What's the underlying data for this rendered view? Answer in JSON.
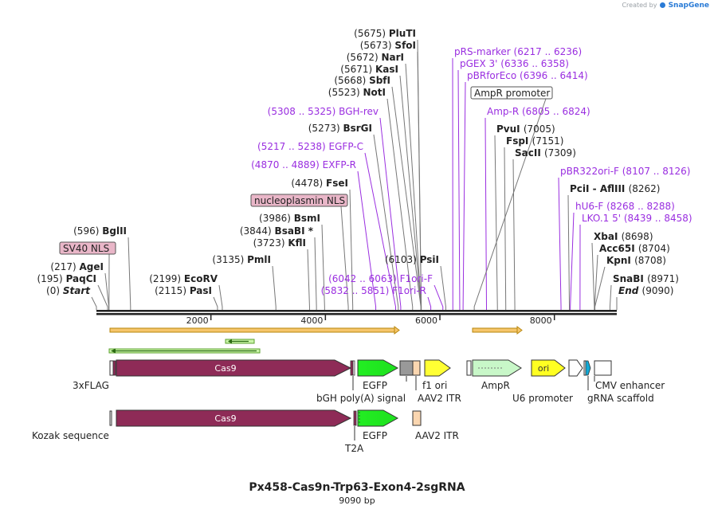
{
  "app": {
    "credit_prefix": "Created by",
    "credit_brand": "SnapGene"
  },
  "map": {
    "title": "Px458-Cas9n-Trp63-Exon4-2sgRNA",
    "length_label": "9090 bp",
    "length_bp": 9090,
    "ruler_ticks": [
      {
        "pos": 2000,
        "label": "2000"
      },
      {
        "pos": 4000,
        "label": "4000"
      },
      {
        "pos": 6000,
        "label": "6000"
      },
      {
        "pos": 8000,
        "label": "8000"
      }
    ]
  },
  "annotations": {
    "enzyme_color": "#222222",
    "primer_color": "#9a2ee0",
    "feature_label_color": "#222222",
    "items": [
      {
        "name": "enzyme-label-plutI",
        "kind": "enzyme",
        "pos": "(5675)",
        "label": "PluTI",
        "anchor": 5675
      },
      {
        "name": "enzyme-label-sfoI",
        "kind": "enzyme",
        "pos": "(5673)",
        "label": "SfoI",
        "anchor": 5673
      },
      {
        "name": "enzyme-label-narI",
        "kind": "enzyme",
        "pos": "(5672)",
        "label": "NarI",
        "anchor": 5672
      },
      {
        "name": "enzyme-label-kasI",
        "kind": "enzyme",
        "pos": "(5671)",
        "label": "KasI",
        "anchor": 5671
      },
      {
        "name": "enzyme-label-sbfI",
        "kind": "enzyme",
        "pos": "(5668)",
        "label": "SbfI",
        "anchor": 5668
      },
      {
        "name": "enzyme-label-notI",
        "kind": "enzyme",
        "pos": "(5523)",
        "label": "NotI",
        "anchor": 5523
      },
      {
        "name": "primer-label-bgh-rev",
        "kind": "primer",
        "range": "(5308 .. 5325)",
        "label": "BGH-rev",
        "anchor": 5316
      },
      {
        "name": "enzyme-label-bsrgI",
        "kind": "enzyme",
        "pos": "(5273)",
        "label": "BsrGI",
        "anchor": 5273
      },
      {
        "name": "primer-label-egfp-c",
        "kind": "primer",
        "range": "(5217 .. 5238)",
        "label": "EGFP-C",
        "anchor": 5227
      },
      {
        "name": "primer-label-exfp-r",
        "kind": "primer",
        "range": "(4870 .. 4889)",
        "label": "EXFP-R",
        "anchor": 4880
      },
      {
        "name": "enzyme-label-fseI",
        "kind": "enzyme",
        "pos": "(4478)",
        "label": "FseI",
        "anchor": 4478
      },
      {
        "name": "enzyme-label-bsmI",
        "kind": "enzyme",
        "pos": "(3986)",
        "label": "BsmI",
        "anchor": 3986
      },
      {
        "name": "enzyme-label-bsabi",
        "kind": "enzyme",
        "pos": "(3844)",
        "label": "BsaBI",
        "suffix": " *",
        "anchor": 3844
      },
      {
        "name": "enzyme-label-kflI",
        "kind": "enzyme",
        "pos": "(3723)",
        "label": "KflI",
        "anchor": 3723
      },
      {
        "name": "enzyme-label-pmlI",
        "kind": "enzyme",
        "pos": "(3135)",
        "label": "PmlI",
        "anchor": 3135
      },
      {
        "name": "enzyme-label-bglII",
        "kind": "enzyme",
        "pos": "(596)",
        "label": "BglII",
        "anchor": 596
      },
      {
        "name": "enzyme-label-ageI",
        "kind": "enzyme",
        "pos": "(217)",
        "label": "AgeI",
        "anchor": 217
      },
      {
        "name": "enzyme-label-paqCI",
        "kind": "enzyme",
        "pos": "(195)",
        "label": "PaqCI",
        "anchor": 195
      },
      {
        "name": "label-start",
        "kind": "enzyme",
        "pos": "(0)",
        "label": "Start",
        "italic": true,
        "anchor": 0
      },
      {
        "name": "enzyme-label-ecoRV",
        "kind": "enzyme",
        "pos": "(2199)",
        "label": "EcoRV",
        "anchor": 2199
      },
      {
        "name": "enzyme-label-pasI",
        "kind": "enzyme",
        "pos": "(2115)",
        "label": "PasI",
        "anchor": 2115
      },
      {
        "name": "primer-label-prs-marker",
        "kind": "primer",
        "range": "(6217 .. 6236)",
        "label": "pRS-marker",
        "anchor": 6226
      },
      {
        "name": "primer-label-pgex-3",
        "kind": "primer",
        "range": "(6336 .. 6358)",
        "label": "pGEX 3'",
        "anchor": 6347
      },
      {
        "name": "primer-label-pbrforeco",
        "kind": "primer",
        "range": "(6396 .. 6414)",
        "label": "pBRforEco",
        "anchor": 6405
      },
      {
        "name": "primer-label-amp-r",
        "kind": "primer",
        "range": "(6805 .. 6824)",
        "label": "Amp-R",
        "anchor": 6814
      },
      {
        "name": "enzyme-label-pvuI",
        "kind": "enzyme",
        "pos": "(7005)",
        "label": "PvuI",
        "anchor": 7005
      },
      {
        "name": "enzyme-label-fspI",
        "kind": "enzyme",
        "pos": "(7151)",
        "label": "FspI",
        "anchor": 7151
      },
      {
        "name": "enzyme-label-sacII",
        "kind": "enzyme",
        "pos": "(7309)",
        "label": "SacII",
        "anchor": 7309
      },
      {
        "name": "primer-label-pbr322ori-f",
        "kind": "primer",
        "range": "(8107 .. 8126)",
        "label": "pBR322ori-F",
        "anchor": 8116
      },
      {
        "name": "enzyme-label-pciI-aflIII",
        "kind": "enzyme",
        "pos": "(8262)",
        "label": "PciI  -  AflIII",
        "anchor": 8262
      },
      {
        "name": "primer-label-hu6-f",
        "kind": "primer",
        "range": "(8268 .. 8288)",
        "label": "hU6-F",
        "anchor": 8278
      },
      {
        "name": "primer-label-lko1-5",
        "kind": "primer",
        "range": "(8439 .. 8458)",
        "label": "LKO.1 5'",
        "anchor": 8448
      },
      {
        "name": "enzyme-label-xbaI",
        "kind": "enzyme",
        "pos": "(8698)",
        "label": "XbaI",
        "anchor": 8698
      },
      {
        "name": "enzyme-label-acc65I",
        "kind": "enzyme",
        "pos": "(8704)",
        "label": "Acc65I",
        "anchor": 8704
      },
      {
        "name": "enzyme-label-kpnI",
        "kind": "enzyme",
        "pos": "(8708)",
        "label": "KpnI",
        "anchor": 8708
      },
      {
        "name": "enzyme-label-snabI",
        "kind": "enzyme",
        "pos": "(8971)",
        "label": "SnaBI",
        "anchor": 8971
      },
      {
        "name": "label-end",
        "kind": "enzyme",
        "pos": "(9090)",
        "label": "End",
        "italic": true,
        "anchor": 9090
      },
      {
        "name": "enzyme-label-psiI",
        "kind": "enzyme",
        "pos": "(6103)",
        "label": "PsiI",
        "anchor": 6103
      },
      {
        "name": "primer-label-f1ori-f",
        "kind": "primer",
        "range": "(6042 .. 6063)",
        "label": "F1ori-F",
        "anchor": 6052
      },
      {
        "name": "primer-label-f1ori-r",
        "kind": "primer",
        "range": "(5832 .. 5851)",
        "label": "F1ori-R",
        "anchor": 5841
      }
    ],
    "boxed_labels": [
      {
        "name": "sv40-nls-label",
        "label": "SV40 NLS",
        "fill": "#e9b6c8",
        "anchor": 220
      },
      {
        "name": "nucleoplasmin-nls-label",
        "label": "nucleoplasmin NLS",
        "fill": "#e9b6c8",
        "anchor": 4400
      },
      {
        "name": "ampr-promoter-label",
        "label": "AmpR promoter",
        "fill": "#ffffff",
        "anchor": 6600
      }
    ]
  },
  "features": {
    "cas9_label": "Cas9",
    "ori_label": "ori",
    "row1_labels": {
      "flag": "3xFLAG",
      "egfp": "EGFP",
      "bgh": "bGH poly(A) signal",
      "f1ori": "f1 ori",
      "aav2": "AAV2 ITR",
      "ampr": "AmpR",
      "u6": "U6 promoter",
      "cmv": "CMV enhancer",
      "grna": "gRNA scaffold"
    },
    "row2_labels": {
      "kozak": "Kozak sequence",
      "egfp": "EGFP",
      "t2a": "T2A",
      "aav2": "AAV2 ITR"
    },
    "colors": {
      "cas9": "#8e2b57",
      "egfp": "#22ee22",
      "gray_box": "#999999",
      "aav2_itr": "#fad6b0",
      "f1ori": "#ffff33",
      "ampr": "#c8f7c8",
      "ori": "#ffff22",
      "grna": "#11a9d6",
      "orf_bar": "#f6c56b",
      "orf_outline": "#b7860b",
      "orf_green": "#c9f4a8",
      "orf_green_outline": "#5aa02c",
      "primer": "#9a2ee0"
    }
  }
}
